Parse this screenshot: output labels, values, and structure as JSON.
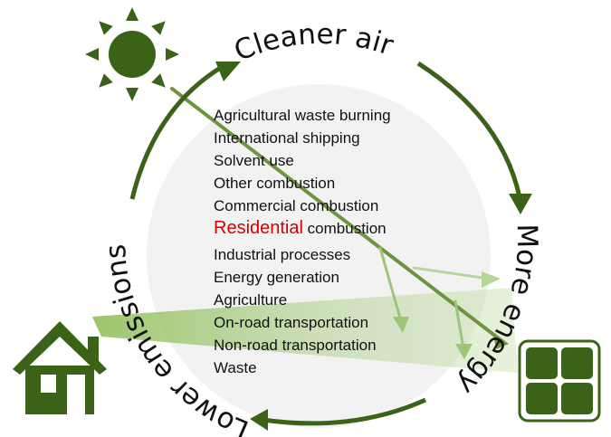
{
  "cycle": {
    "top_label": "Cleaner air",
    "right_label": "More energy",
    "left_label": "Lower emissions"
  },
  "sectors": [
    {
      "label": "Agricultural waste burning"
    },
    {
      "label": "International shipping"
    },
    {
      "label": "Solvent use"
    },
    {
      "label": "Other combustion"
    },
    {
      "label": "Commercial combustion"
    },
    {
      "highlight": "Residential",
      "label": " combustion"
    },
    {
      "label": "Industrial processes"
    },
    {
      "label": "Energy generation"
    },
    {
      "label": "Agriculture"
    },
    {
      "label": "On-road transportation"
    },
    {
      "label": "Non-road transportation"
    },
    {
      "label": "Waste"
    }
  ],
  "colors": {
    "dark_green": "#3b6318",
    "beam": "#6e9440",
    "highlight": "#d40000",
    "backdrop": "#f2f2f2"
  }
}
